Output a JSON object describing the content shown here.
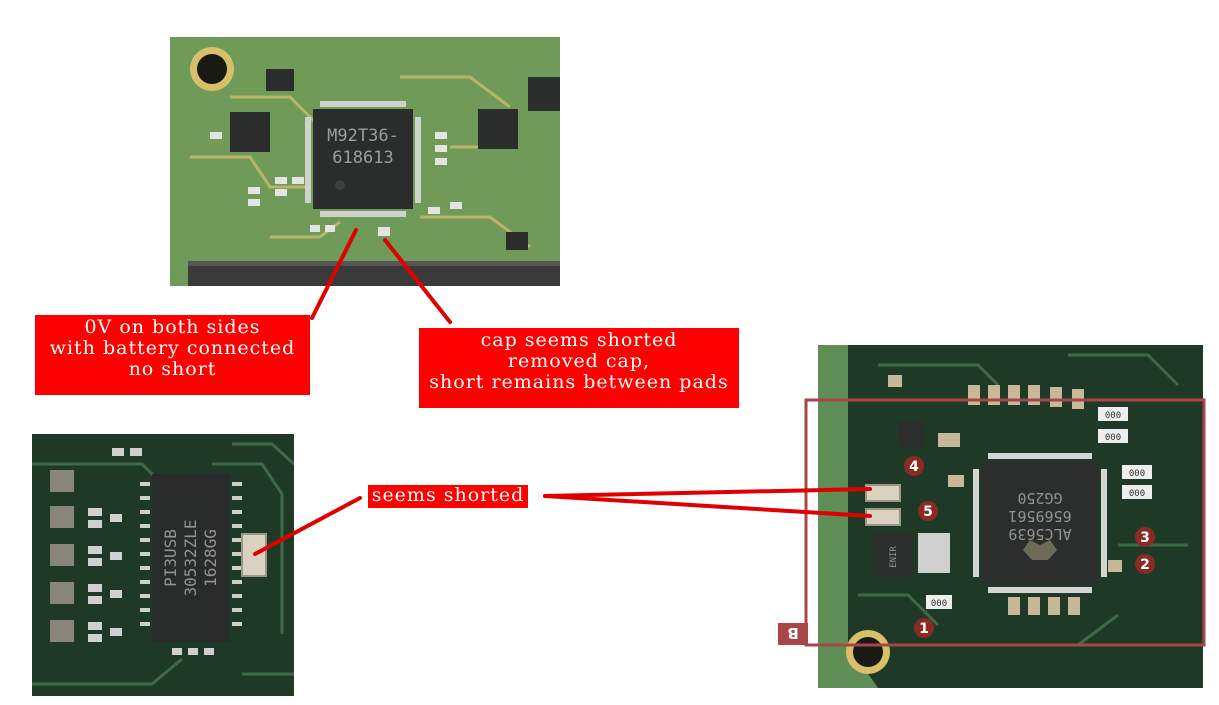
{
  "photos": {
    "top": {
      "chip_marking_line1": "M92T36-",
      "chip_marking_line2": "618613"
    },
    "bottom_left": {
      "chip_marking_line1": "PI3USB",
      "chip_marking_line2": "30532ZLE",
      "chip_marking_line3": "1628GG"
    },
    "right": {
      "chip_marking_line1": "ALC5639",
      "chip_marking_line2": "6569561",
      "chip_marking_line3": "GG250",
      "small_chip_marking": "ENIR",
      "resistor_marking": "000",
      "markers": [
        "1",
        "2",
        "3",
        "4",
        "5"
      ],
      "region_label": "B"
    }
  },
  "annotations": {
    "zero_volt": {
      "lines": [
        "0V on both sides",
        "with battery connected",
        "no short"
      ]
    },
    "cap_shorted": {
      "lines": [
        "cap seems shorted",
        "removed cap,",
        "short remains between pads"
      ]
    },
    "seems_shorted": {
      "lines": [
        "seems shorted"
      ]
    }
  },
  "colors": {
    "label_bg": "#ff0000",
    "label_text": "#ffffff",
    "pointer": "#e00000",
    "pcb_green_light": "#6f9a58",
    "pcb_green_dark": "#1e3a26",
    "region_box": "#a8454a"
  }
}
